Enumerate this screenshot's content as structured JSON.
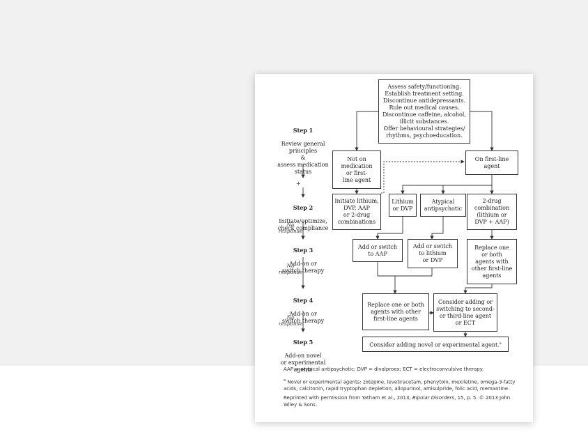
{
  "steps": [
    {
      "title": "Step 1",
      "desc": "Review general\nprinciples\n&\nassess medication\nstatus"
    },
    {
      "title": "Step 2",
      "desc": "Initiate/optimize,\ncheck compliance"
    },
    {
      "title": "Step 3",
      "desc": "Add-on or\nswitch therapy"
    },
    {
      "title": "Step 4",
      "desc": "Add-on or\nswitch therapy"
    },
    {
      "title": "Step 5",
      "desc": "Add-on novel\nor experimental\nagents"
    }
  ],
  "plus_sign": "+",
  "no_response": "No\nresponse",
  "boxes": {
    "assess": "Assess safety/functioning.\nEstablish treatment setting.\nDiscontinue antidepressants.\nRule out medical causes.\nDiscontinue caffeine, alcohol,\nillicit substances.\nOffer behavioural strategies/\nrhythms, psychoeducation.",
    "not_on_med": "Not on\nmedication\nor first-\nline agent",
    "on_first_line": "On first-line\nagent",
    "initiate": "Initiate lithium,\nDVP, AAP\nor 2-drug\ncombinations",
    "lithium_dvp": "Lithium\nor DVP",
    "atypical": "Atypical\nantipsychotic",
    "two_drug": "2-drug\ncombination\n(lithium or\nDVP + AAP)",
    "add_aap": "Add or switch\nto AAP",
    "add_lithium": "Add or switch\nto lithium\nor DVP",
    "replace_one_other": "Replace one\nor both\nagents with\nother first-line\nagents",
    "replace_both": "Replace one or both\nagents with other\nfirst-line agents",
    "consider_second": "Consider adding or\nswitching to second-\nor third-line agent\nor ECT",
    "consider_novel": "Consider adding novel or experimental agent."
  },
  "footnotes": {
    "abbrev": "AAP = atypical antipsychotic; DVP = divalproex; ECT = electroconvulsive therapy.",
    "novel_marker": "a",
    "novel": "Novel or experimental agents: zotepine, levetiracetam, phenytoin, mexiletine, omega-3-fatty acids, calcitonin, rapid tryptophan depletion, allopurinol, amisulpride, folic acid, memantine.",
    "reprint_pre": "Reprinted with permission from Yatham et al., 2013,",
    "reprint_journal": "Bipolar Disorders",
    "reprint_post": ", 15, p. 5. © 2013 John Wiley & Sons."
  },
  "colors": {
    "line": "#333333",
    "page": "#ffffff",
    "background": "#f1f1f1"
  }
}
